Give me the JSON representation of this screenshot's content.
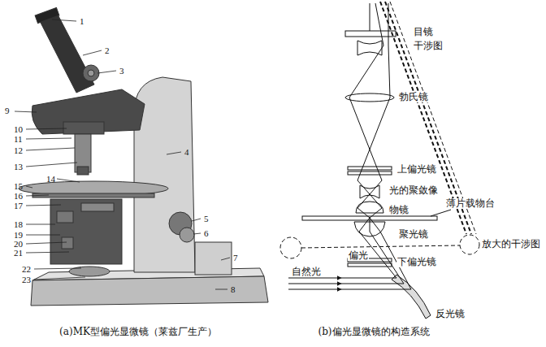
{
  "diagram": {
    "labels": [
      "1",
      "2",
      "3",
      "4",
      "5",
      "6",
      "7",
      "8",
      "9",
      "10",
      "11",
      "12",
      "13",
      "14",
      "15",
      "16",
      "17",
      "18",
      "19",
      "20",
      "21",
      "22",
      "23",
      "目镜",
      "干涉图",
      "勃氏镜",
      "上偏光镜",
      "光的聚敛像",
      "薄片载物台",
      "物镜",
      "聚光镜",
      "放大的干涉图",
      "偏光",
      "下偏光镜",
      "自然光",
      "反光镜",
      "(a)MK型偏光显微镜（莱兹厂生产）",
      "(b)偏光显微镜的构造系统"
    ]
  }
}
